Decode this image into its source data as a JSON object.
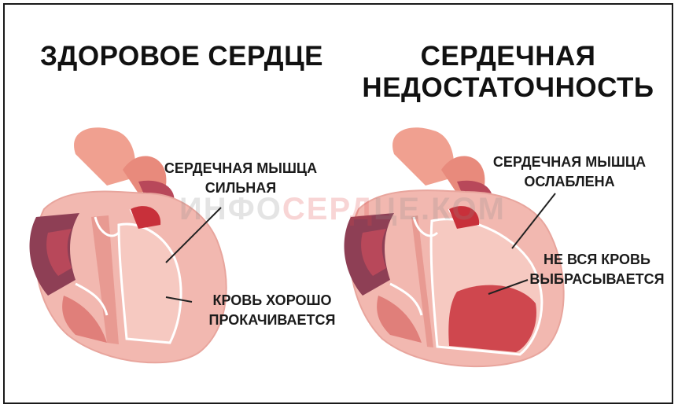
{
  "healthy": {
    "title": "ЗДОРОВОЕ СЕРДЦЕ",
    "muscle_label_line1": "СЕРДЕЧНАЯ МЫШЦА",
    "muscle_label_line2": "СИЛЬНАЯ",
    "blood_label_line1": "КРОВЬ ХОРОШО",
    "blood_label_line2": "ПРОКАЧИВАЕТСЯ"
  },
  "failure": {
    "title_line1": "СЕРДЕЧНАЯ",
    "title_line2": "НЕДОСТАТОЧНОСТЬ",
    "muscle_label_line1": "СЕРДЕЧНАЯ МЫШЦА",
    "muscle_label_line2": "ОСЛАБЛЕНА",
    "blood_label_line1": "НЕ ВСЯ КРОВЬ",
    "blood_label_line2": "ВЫБРАСЫВАЕТСЯ"
  },
  "watermark": {
    "part1": "ИНФО",
    "part2": "СЕРД",
    "part3": "ЦЕ.КОМ"
  },
  "colors": {
    "tissue": "#f2b8b0",
    "muscle": "#e89a92",
    "dark_chamber": "#b8485a",
    "vessel": "#f0a090",
    "blood_pool": "#c8303a",
    "outline": "#ffffff"
  }
}
